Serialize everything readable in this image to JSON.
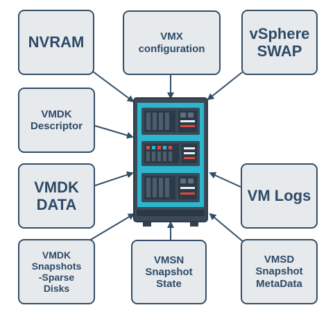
{
  "colors": {
    "box_bg": "#e7eaed",
    "box_border": "#324d66",
    "text": "#2d4a66",
    "arrow": "#324d66",
    "server_teal": "#2eb6cf",
    "server_dark": "#3c4a58"
  },
  "center": {
    "icon": "server-rack-icon"
  },
  "boxes": {
    "nvram": "NVRAM",
    "vmx": "VMX\nconfiguration",
    "vsphere_swap": "vSphere\nSWAP",
    "vmdk_descriptor": "VMDK\nDescriptor",
    "vmdk_data": "VMDK\nDATA",
    "vm_logs": "VM Logs",
    "vmdk_snapshots": "VMDK\nSnapshots\n-Sparse\nDisks",
    "vmsn": "VMSN\nSnapshot\nState",
    "vmsd": "VMSD\nSnapshot\nMetaData"
  }
}
